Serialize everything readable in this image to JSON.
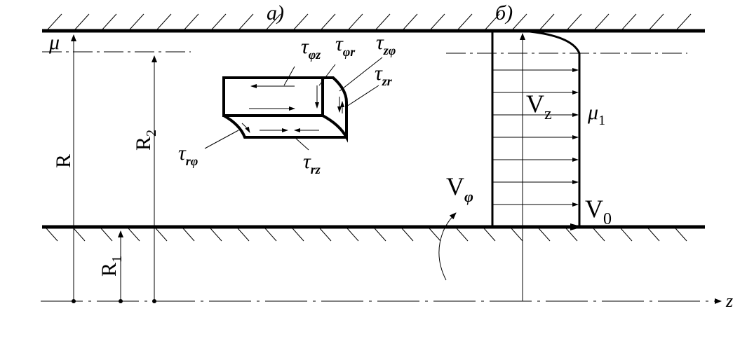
{
  "labels": {
    "part_a": "а)",
    "part_b": "б)",
    "mu": "μ",
    "mu1_base": "μ",
    "mu1_sub": "1",
    "R": "R",
    "R2_base": "R",
    "R2_sub": "2",
    "R1_base": "R",
    "R1_sub": "1",
    "Vz_base": "V",
    "Vz_sub": "z",
    "V0_base": "V",
    "V0_sub": "0",
    "Vphi_base": "V",
    "Vphi_sub": "φ",
    "z_axis": "z"
  },
  "stresses": {
    "tau_phiz": {
      "base": "τ",
      "sub": "φz"
    },
    "tau_phir": {
      "base": "τ",
      "sub": "φr"
    },
    "tau_zphi": {
      "base": "τ",
      "sub": "zφ"
    },
    "tau_zr": {
      "base": "τ",
      "sub": "zr"
    },
    "tau_rphi": {
      "base": "τ",
      "sub": "rφ"
    },
    "tau_rz": {
      "base": "τ",
      "sub": "rz"
    }
  },
  "colors": {
    "ink": "#000000",
    "background": "#ffffff"
  }
}
